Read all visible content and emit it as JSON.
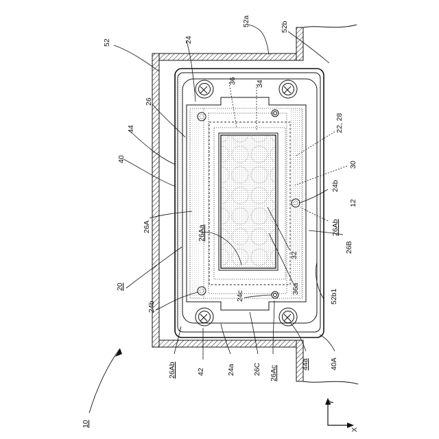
{
  "figure": {
    "labels": {
      "l52": "52",
      "l52a": "52a",
      "l52b": "52b",
      "l24_top": "24",
      "l36": "36",
      "l34": "34",
      "l26_left": "26",
      "l22_28": "22, 28",
      "l44": "44",
      "l40": "40",
      "l30": "30",
      "l24b_right": "24b",
      "l12": "12",
      "l26A": "26A",
      "l26Ab_right": "26Ab",
      "l26Aa": "26Aa",
      "l26B": "26B",
      "l32": "32",
      "l20": "20",
      "l36a": "36a",
      "l24c": "24c",
      "l52b1": "52b1",
      "l24b_left": "24b",
      "l26Ab_left": "26Ab",
      "l42": "42",
      "l24a": "24a",
      "l26C": "26C",
      "l26Ac": "26Ac",
      "l44a": "44a",
      "l40A": "40A",
      "l10": "10",
      "axis_y": "Y",
      "axis_x": "X"
    }
  }
}
